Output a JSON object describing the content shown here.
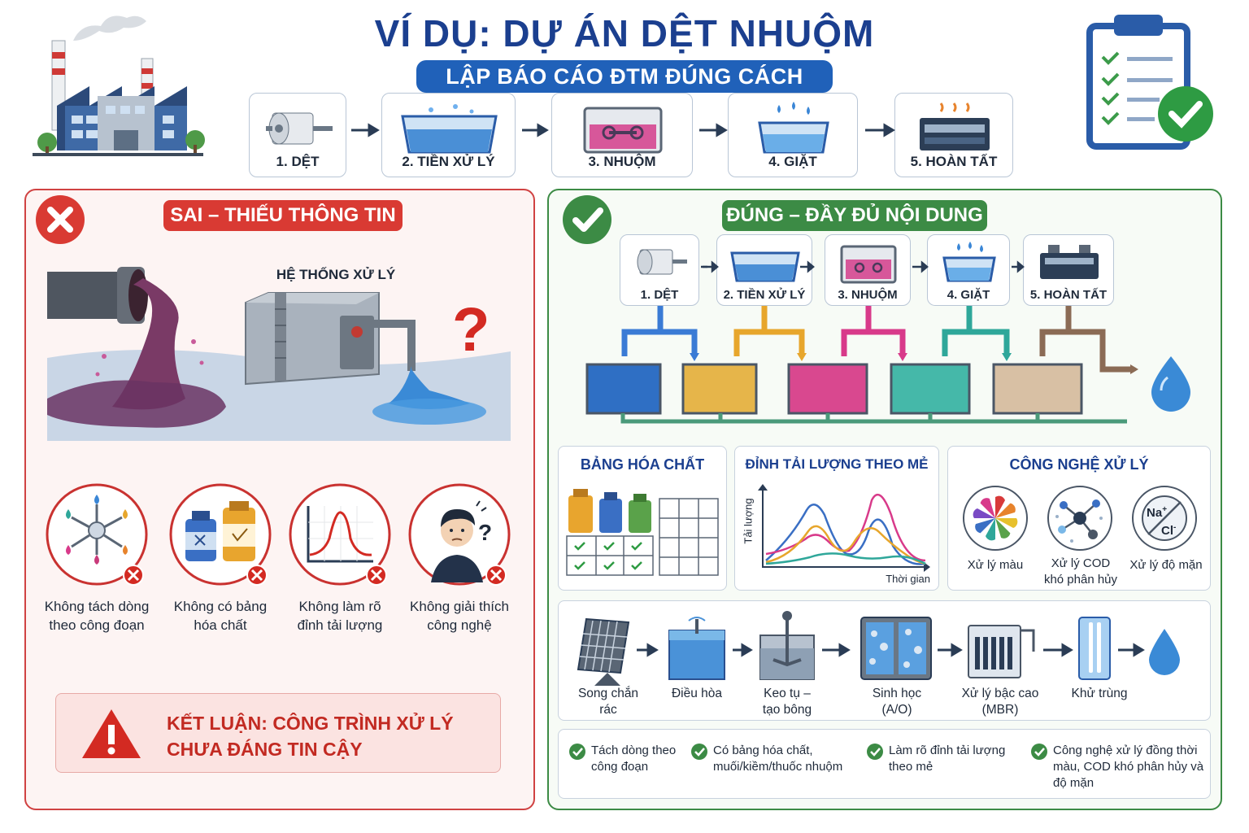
{
  "header": {
    "title": "VÍ DỤ: DỰ ÁN DỆT NHUỘM",
    "subtitle": "LẬP BÁO CÁO ĐTM ĐÚNG CÁCH"
  },
  "process_steps": [
    "1. DỆT",
    "2. TIỀN XỬ LÝ",
    "3. NHUỘM",
    "4. GIẶT",
    "5. HOÀN TẤT"
  ],
  "wrong_panel": {
    "badge": "SAI – THIẾU THÔNG TIN",
    "system_label": "HỆ THỐNG XỬ LÝ",
    "question_mark": "?",
    "issues": [
      {
        "line1": "Không tách dòng",
        "line2": "theo công đoạn"
      },
      {
        "line1": "Không có bảng",
        "line2": "hóa chất"
      },
      {
        "line1": "Không làm rõ",
        "line2": "đỉnh tải lượng"
      },
      {
        "line1": "Không giải thích",
        "line2": "công nghệ"
      }
    ],
    "conclusion_line1": "KẾT LUẬN: CÔNG TRÌNH XỬ LÝ",
    "conclusion_line2": "CHƯA ĐÁNG TIN CẬY"
  },
  "right_panel": {
    "badge": "ĐÚNG – ĐẦY ĐỦ NỘI DUNG",
    "steps": [
      "1. DỆT",
      "2. TIỀN XỬ LÝ",
      "3. NHUỘM",
      "4. GIẶT",
      "5. HOÀN TẤT"
    ],
    "chem_table_title": "BẢNG HÓA CHẤT",
    "peak_chart": {
      "title": "ĐỈNH TẢI LƯỢNG THEO MẺ",
      "ylabel": "Tải lượng",
      "xlabel": "Thời gian"
    },
    "tech": {
      "title": "CÔNG NGHỆ XỬ LÝ",
      "items": [
        {
          "line1": "Xử lý màu",
          "line2": ""
        },
        {
          "line1": "Xử lý COD",
          "line2": "khó phân hủy"
        },
        {
          "line1": "Xử lý độ mặn",
          "line2": ""
        }
      ],
      "salt_symbol_1": "Na",
      "salt_symbol_1_sup": "+",
      "salt_symbol_2": "Cl",
      "salt_symbol_2_sup": "-"
    },
    "treatment_chain": [
      {
        "line1": "Song chắn",
        "line2": "rác"
      },
      {
        "line1": "Điều hòa",
        "line2": ""
      },
      {
        "line1": "Keo tụ –",
        "line2": "tạo bông"
      },
      {
        "line1": "Sinh học",
        "line2": "(A/O)"
      },
      {
        "line1": "Xử lý bậc cao",
        "line2": "(MBR)"
      },
      {
        "line1": "Khử trùng",
        "line2": ""
      }
    ],
    "checklist": [
      {
        "line1": "Tách dòng theo",
        "line2": "công đoạn",
        "line3": ""
      },
      {
        "line1": "Có bảng hóa chất,",
        "line2": "muối/kiềm/thuốc nhuộm",
        "line3": ""
      },
      {
        "line1": "Làm rõ đỉnh tải lượng",
        "line2": "theo mẻ",
        "line3": ""
      },
      {
        "line1": "Công nghệ xử lý đồng thời",
        "line2": "màu, COD khó phân hủy và",
        "line3": "độ mặn"
      }
    ]
  },
  "colors": {
    "title_blue": "#1b3f8f",
    "subtitle_blue": "#2061b9",
    "wrong_red": "#d93a33",
    "right_green": "#3c8b45",
    "stream_blue": "#3a7bd5",
    "stream_yellow": "#e7a62c",
    "stream_pink": "#d83a8a",
    "stream_teal": "#2fa79a",
    "stream_brown": "#8b6b55"
  },
  "icons": [
    "factory-icon",
    "clipboard-check-icon",
    "fabric-roll-icon",
    "tank-icon",
    "dye-tank-icon",
    "washer-icon",
    "finishing-machine-icon",
    "error-x-icon",
    "check-circle-icon",
    "warning-icon",
    "water-drop-icon"
  ]
}
